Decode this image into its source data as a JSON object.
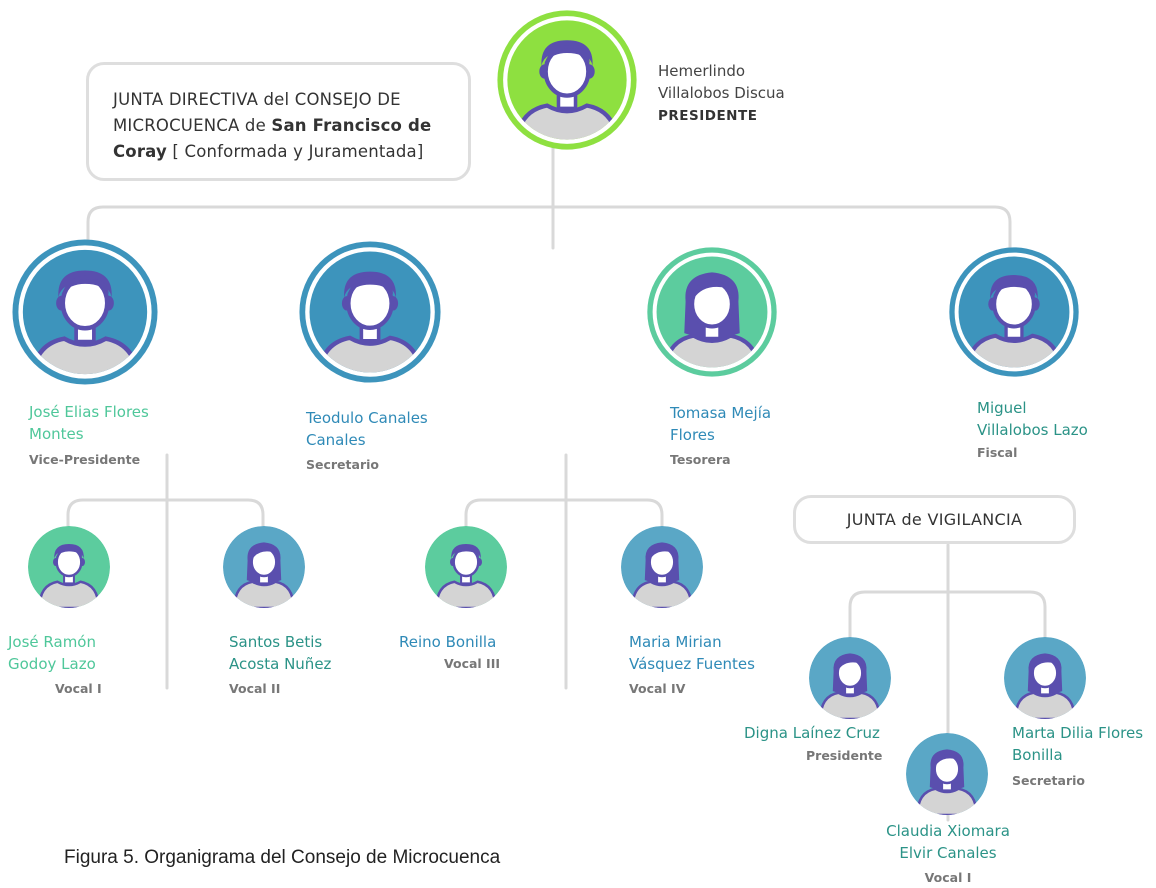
{
  "title_box": {
    "line1": "JUNTA DIRECTIVA del CONSEJO DE",
    "line2_a": "MICROCUENCA de ",
    "line2_b": "San Francisco de",
    "line3_a": "Coray",
    "line3_b": " [ Conformada y Juramentada]"
  },
  "vigilancia_box": "JUNTA de VIGILANCIA",
  "president": {
    "name1": "Hemerlindo",
    "name2": "Villalobos Discua",
    "role": "PRESIDENTE"
  },
  "board": [
    {
      "name1": "José Elias Flores",
      "name2": "Montes",
      "role": "Vice-Presidente"
    },
    {
      "name1": "Teodulo Canales",
      "name2": "Canales",
      "role": "Secretario"
    },
    {
      "name1": "Tomasa Mejía",
      "name2": "Flores",
      "role": "Tesorera"
    },
    {
      "name1": "Miguel",
      "name2": "Villalobos Lazo",
      "role": "Fiscal"
    }
  ],
  "vocales": [
    {
      "name1": "José Ramón",
      "name2": "Godoy Lazo",
      "role": "Vocal I"
    },
    {
      "name1": "Santos Betis",
      "name2": "Acosta Nuñez",
      "role": "Vocal II"
    },
    {
      "name1": "Reino Bonilla",
      "name2": "",
      "role": "Vocal III"
    },
    {
      "name1": "Maria Mirian",
      "name2": "Vásquez Fuentes",
      "role": "Vocal IV"
    }
  ],
  "vigilancia": [
    {
      "name1": "Digna Laínez Cruz",
      "name2": "",
      "role": "Presidente"
    },
    {
      "name1": "Claudia Xiomara",
      "name2": "Elvir Canales",
      "role": "Vocal I"
    },
    {
      "name1": "Marta Dilia Flores",
      "name2": "Bonilla",
      "role": "Secretario"
    }
  ],
  "caption": "Figura 5. Organigrama del Consejo de Microcuenca",
  "colors": {
    "connector": "#d9d9d9",
    "green_ring": "#8ee040",
    "blue": "#3d94bc",
    "mint": "#5ccc9e",
    "teal_blue": "#5aa7c6",
    "hair": "#5a4fae",
    "face": "#ffffff",
    "shirt": "#d4d4d4"
  }
}
